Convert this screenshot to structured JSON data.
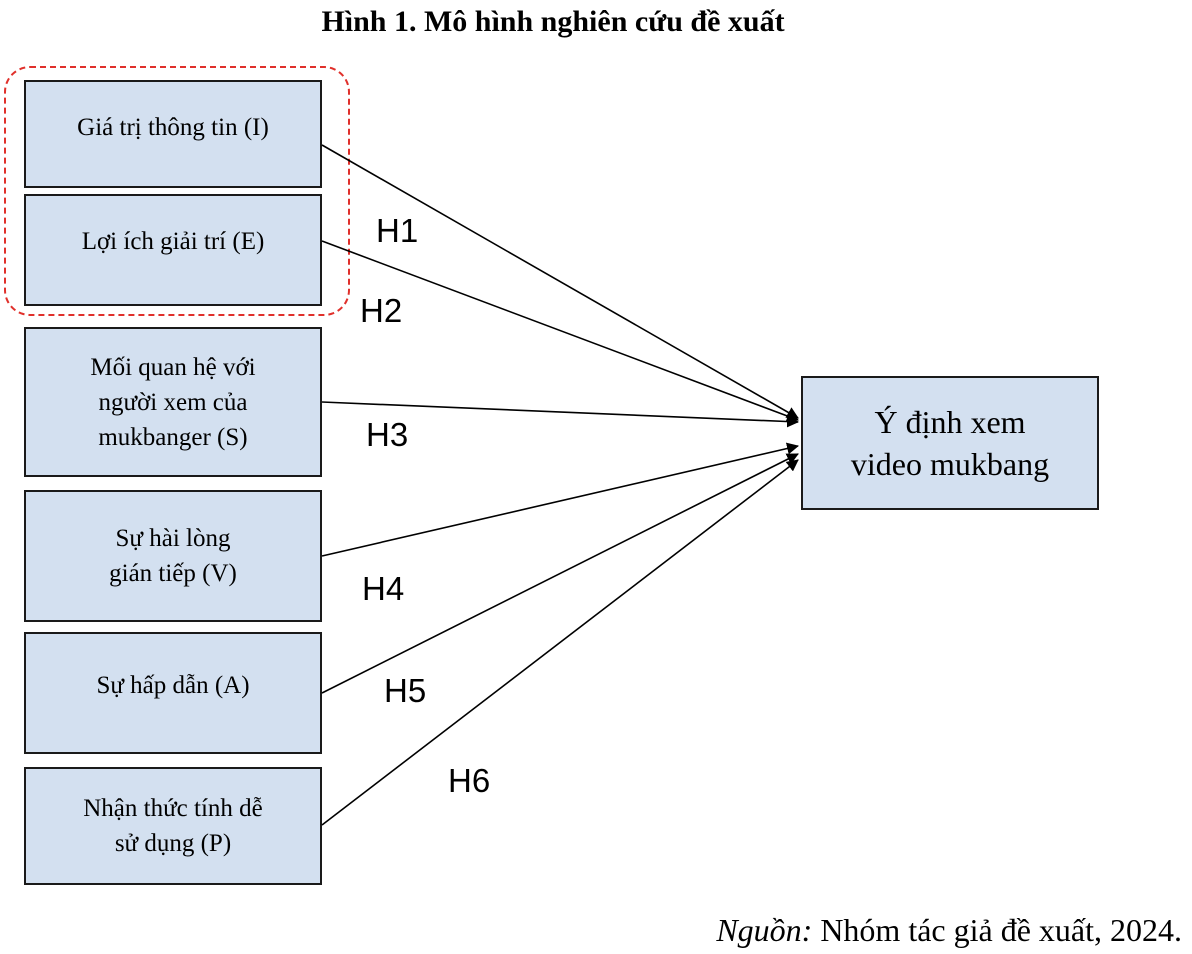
{
  "title": "Hình 1. Mô hình nghiên cứu đề xuất",
  "factors": [
    {
      "id": "I",
      "lines": [
        "Giá trị thông tin (I)"
      ]
    },
    {
      "id": "E",
      "lines": [
        "Lợi ích giải trí (E)"
      ]
    },
    {
      "id": "S",
      "lines": [
        "Mối quan hệ với",
        "người xem của",
        "mukbanger (S)"
      ]
    },
    {
      "id": "V",
      "lines": [
        "Sự hài lòng",
        "gián tiếp (V)"
      ]
    },
    {
      "id": "A",
      "lines": [
        "Sự hấp dẫn (A)"
      ]
    },
    {
      "id": "P",
      "lines": [
        "Nhận thức tính dễ",
        "sử dụng (P)"
      ]
    }
  ],
  "outcome": {
    "lines": [
      "Ý định xem",
      "video mukbang"
    ]
  },
  "hypotheses": [
    {
      "label": "H1",
      "from": "I"
    },
    {
      "label": "H2",
      "from": "E"
    },
    {
      "label": "H3",
      "from": "S"
    },
    {
      "label": "H4",
      "from": "V"
    },
    {
      "label": "H5",
      "from": "A"
    },
    {
      "label": "H6",
      "from": "P"
    }
  ],
  "grouped_factors": [
    "I",
    "E"
  ],
  "colors": {
    "box_fill": "#d3e0f0",
    "box_border": "#1a1a1a",
    "group_border": "#e0302b",
    "arrow": "#000000"
  },
  "source": {
    "label": "Nguồn:",
    "text": " Nhóm tác giả đề xuất, 2024."
  }
}
